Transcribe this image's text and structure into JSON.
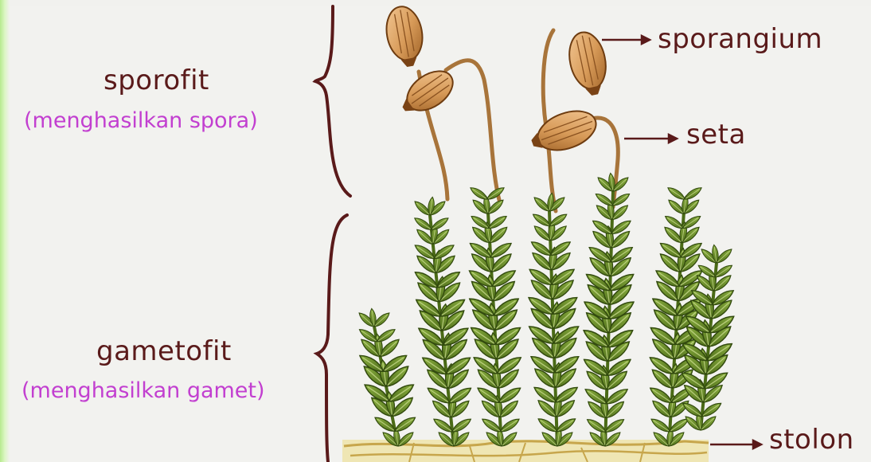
{
  "diagram": {
    "brackets": {
      "sporofit": {
        "title": "sporofit",
        "description": "(menghasilkan spora)"
      },
      "gametofit": {
        "title": "gametofit",
        "description": "(menghasilkan gamet)"
      }
    },
    "parts": {
      "sporangium": "sporangium",
      "seta": "seta",
      "stolon": "stolon"
    }
  },
  "colors": {
    "main_label": "#5a1a1a",
    "sub_label": "#c23fd0",
    "leaf": "#6b8f2a",
    "leaf_dark": "#3f5a14",
    "capsule": "#d89a5a",
    "stalk": "#a8743a",
    "accent_border": "#b6ea8e"
  }
}
